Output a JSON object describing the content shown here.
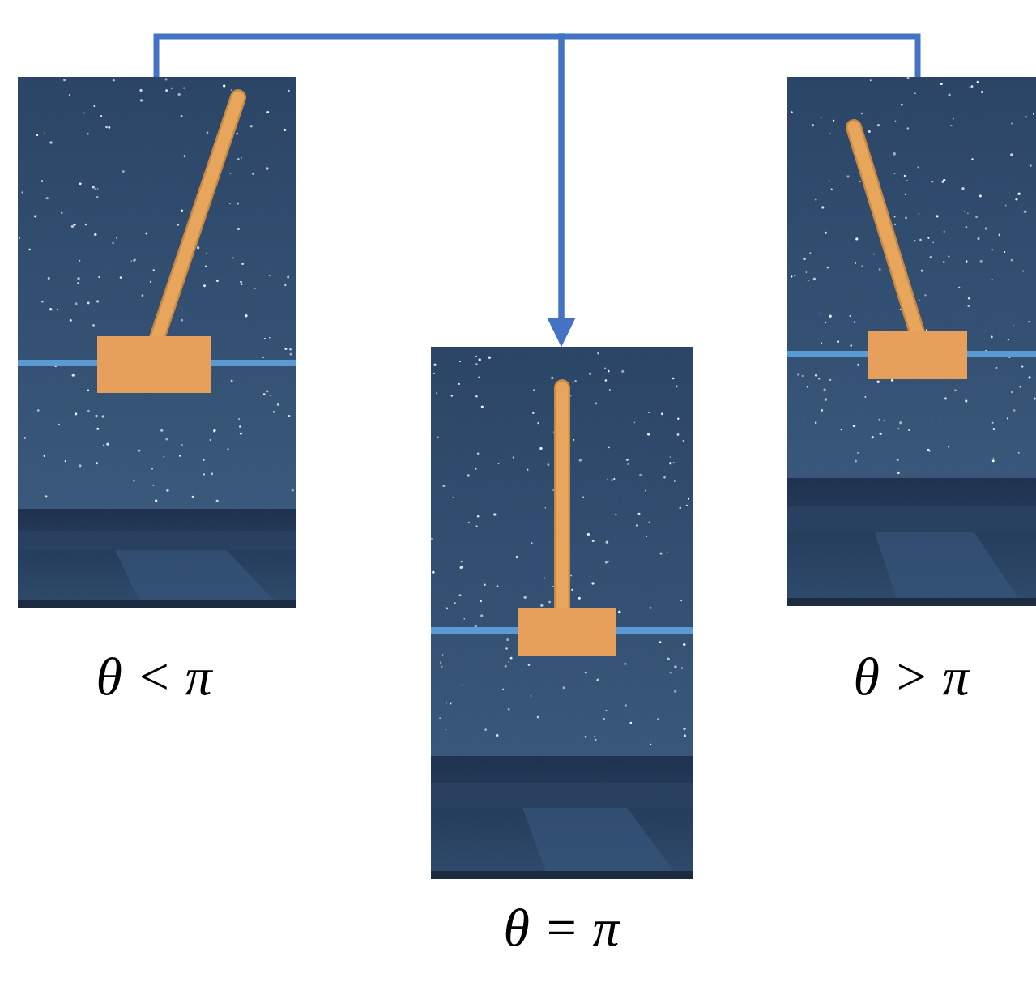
{
  "diagram": {
    "nodes": [
      {
        "text": [
          "θ < π"
        ]
      },
      {
        "text": [
          "θ = π"
        ]
      },
      {
        "text": [
          "θ > π"
        ]
      }
    ],
    "edges": [
      {
        "from": 0,
        "to": 1,
        "arrow": "to"
      },
      {
        "from": 2,
        "to": 1,
        "arrow": "to"
      }
    ]
  }
}
